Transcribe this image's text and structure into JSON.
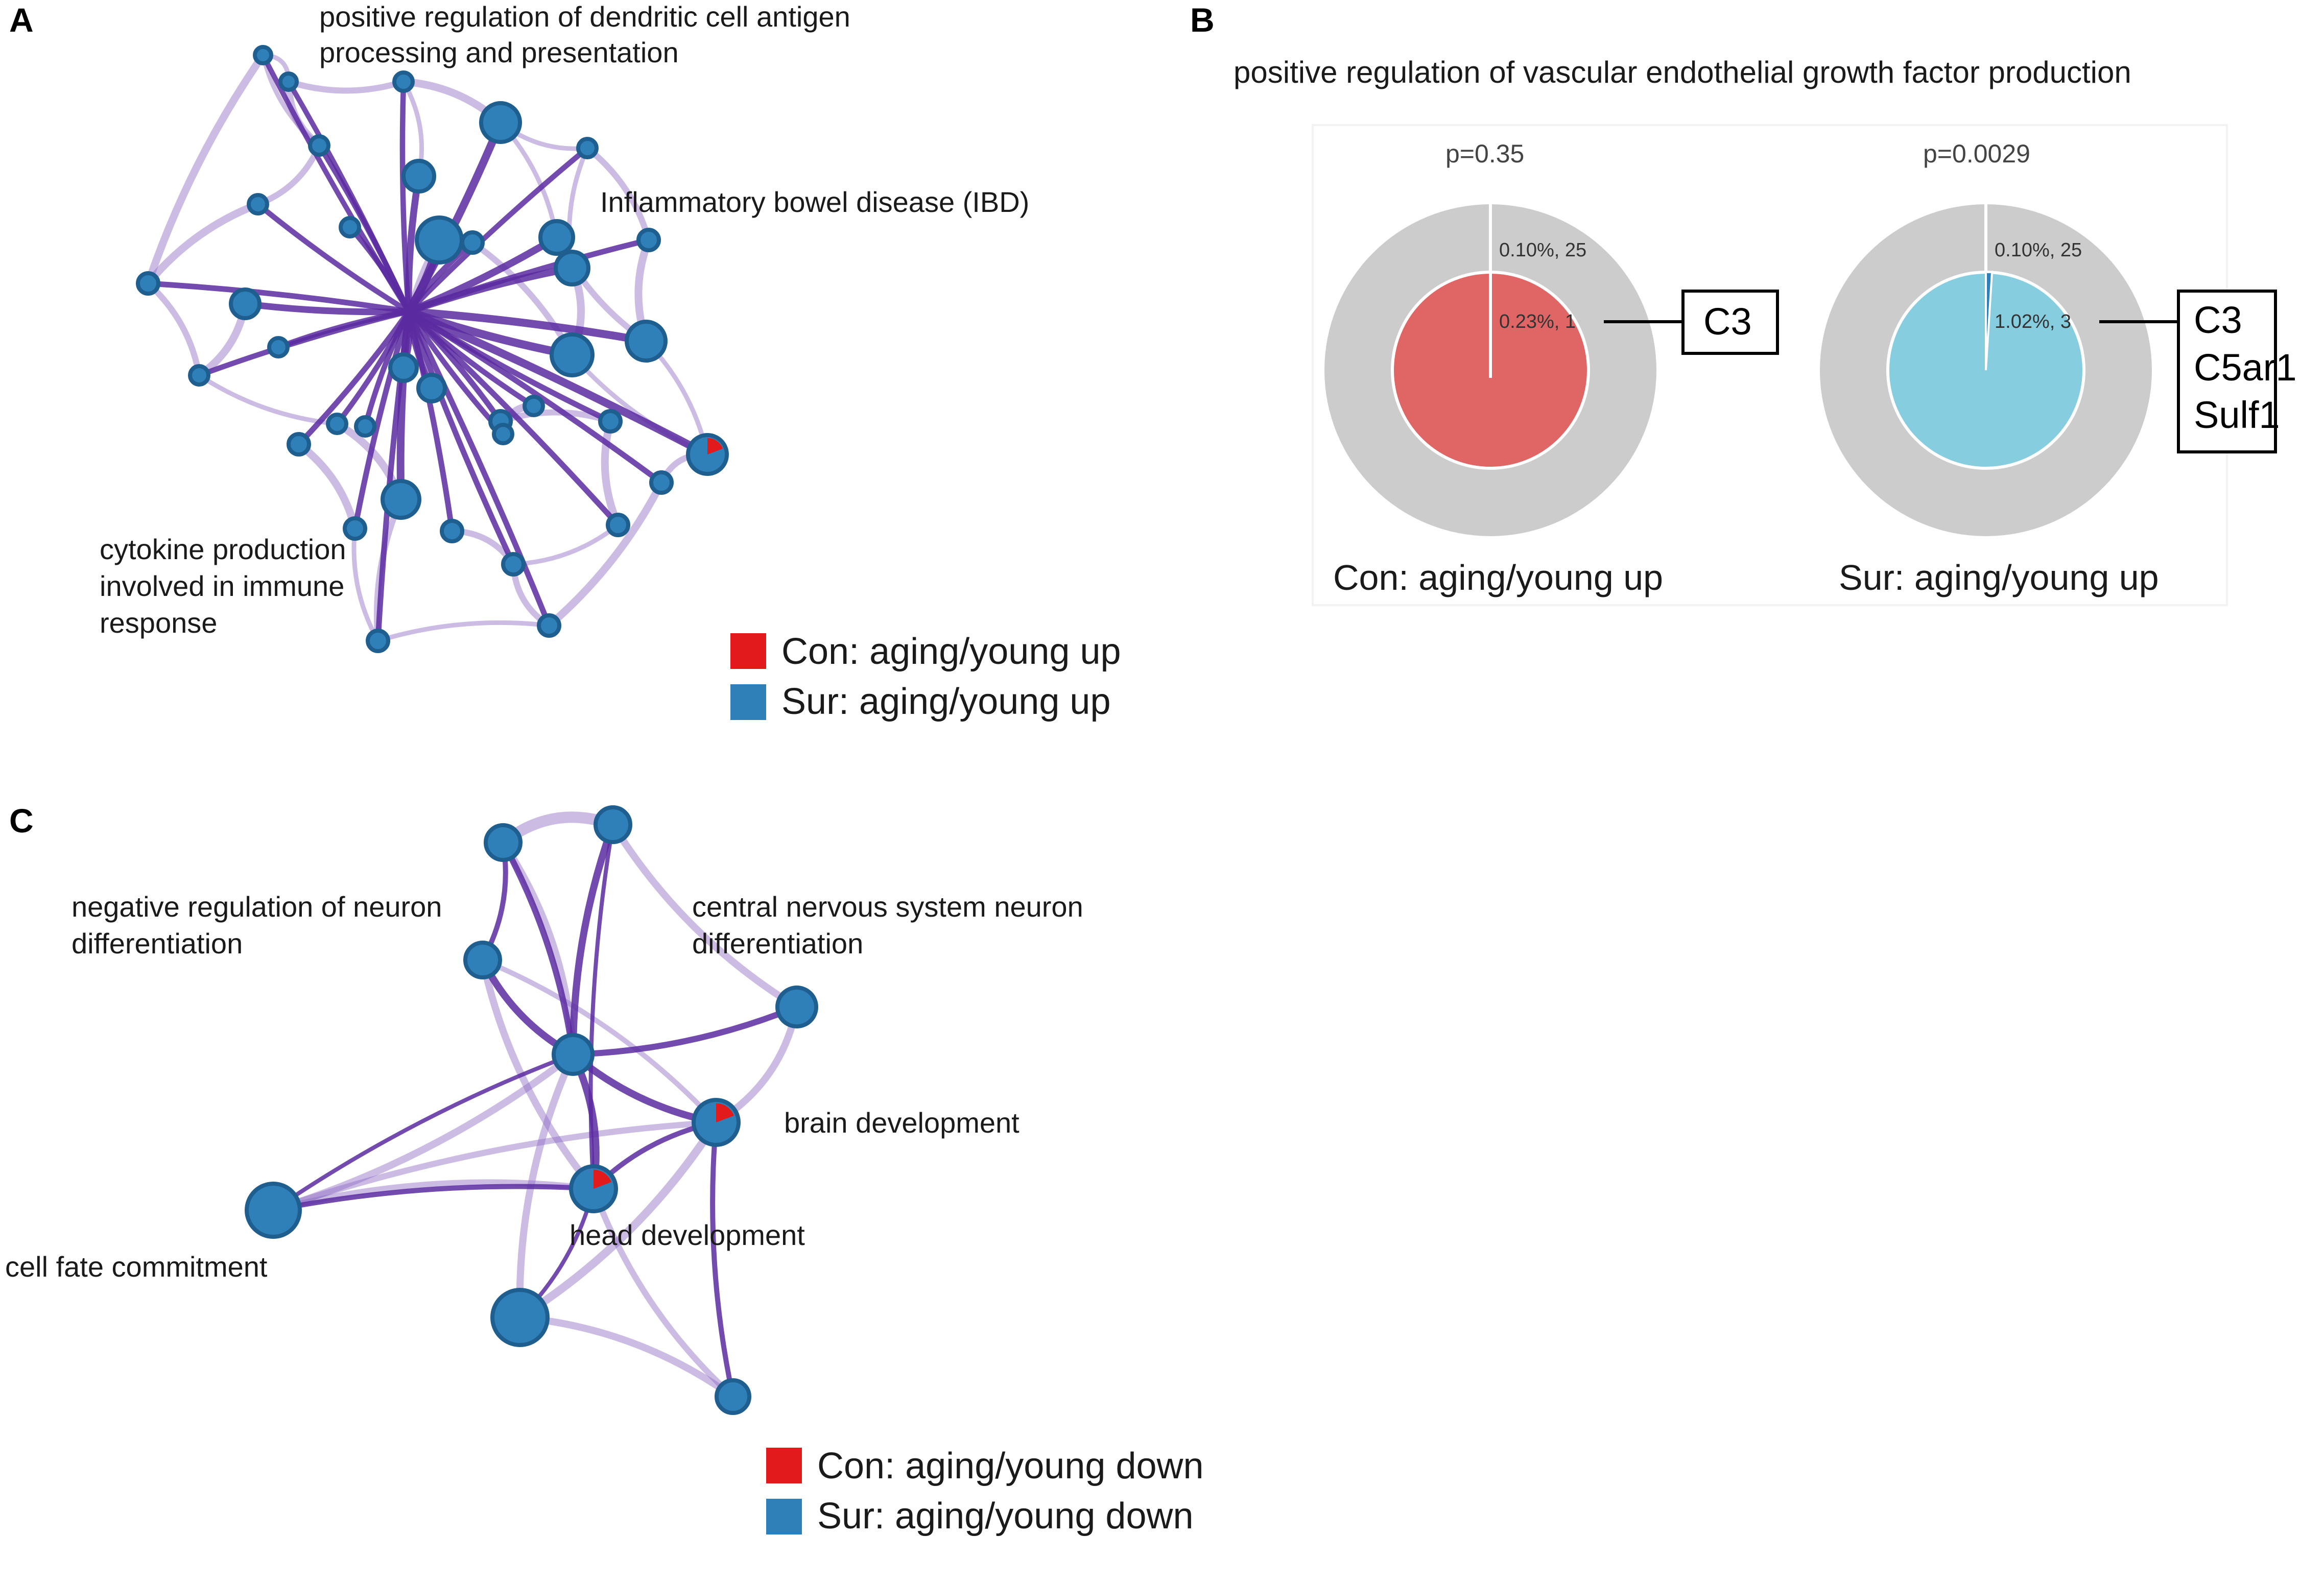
{
  "panels": {
    "a": {
      "letter": "A",
      "labels": {
        "top": [
          "positive regulation of dendritic cell antigen",
          "processing and presentation"
        ],
        "ibd": "Inflammatory bowel disease (IBD)",
        "cytokine": [
          "cytokine production",
          "involved in immune",
          "response"
        ]
      },
      "legend": [
        {
          "label": "Con: aging/young up",
          "color": "#e31a1c"
        },
        {
          "label": "Sur: aging/young up",
          "color": "#2f7fb8"
        }
      ]
    },
    "b": {
      "letter": "B",
      "title": "positive regulation of vascular endothelial growth factor production",
      "pies": [
        {
          "p": "p=0.35",
          "outer_text": "0.10%, 25",
          "inner_text": "0.23%, 1",
          "inner_color": "#e06666",
          "genes": [
            "C3"
          ],
          "group": "Con: aging/young up"
        },
        {
          "p": "p=0.0029",
          "outer_text": "0.10%, 25",
          "inner_text": "1.02%, 3",
          "inner_color": "#86cde0",
          "genes": [
            "C3",
            "C5ar1",
            "Sulf1"
          ],
          "group": "Sur: aging/young up"
        }
      ],
      "ring_color": "#cccccc"
    },
    "c": {
      "letter": "C",
      "labels": {
        "neg_reg": [
          "negative regulation of neuron",
          "differentiation"
        ],
        "cns": [
          "central nervous system neuron",
          "differentiation"
        ],
        "brain": "brain development",
        "head": "head development",
        "fate": "cell fate commitment"
      },
      "legend": [
        {
          "label": "Con: aging/young down",
          "color": "#e31a1c"
        },
        {
          "label": "Sur: aging/young down",
          "color": "#2f7fb8"
        }
      ]
    }
  },
  "colors": {
    "node": "#2f7fb8",
    "edge": "#5b2aa0",
    "highlight": "#e31a1c"
  }
}
